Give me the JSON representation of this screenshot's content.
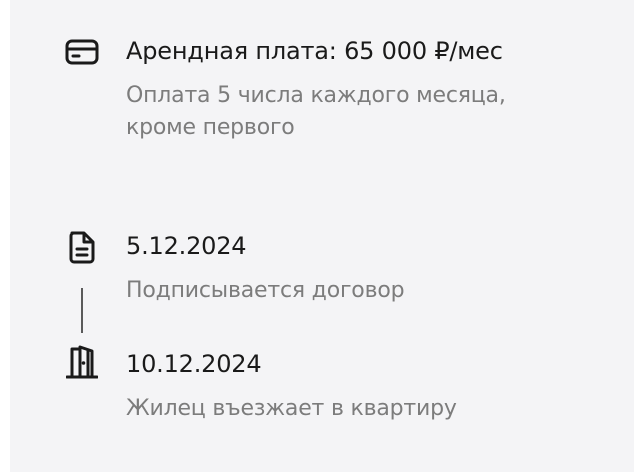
{
  "rent": {
    "title": "Арендная плата: 65 000 ₽/мес",
    "subtitle_line1": "Оплата 5 числа каждого месяца,",
    "subtitle_line2": "кроме первого",
    "icon": "credit-card-icon"
  },
  "timeline": [
    {
      "date": "5.12.2024",
      "description": "Подписывается договор",
      "icon": "document-icon"
    },
    {
      "date": "10.12.2024",
      "description": "Жилец въезжает в квартиру",
      "icon": "door-icon"
    }
  ],
  "colors": {
    "background": "#f4f4f6",
    "primary_text": "#1a1a1a",
    "secondary_text": "#7c7c7c"
  }
}
